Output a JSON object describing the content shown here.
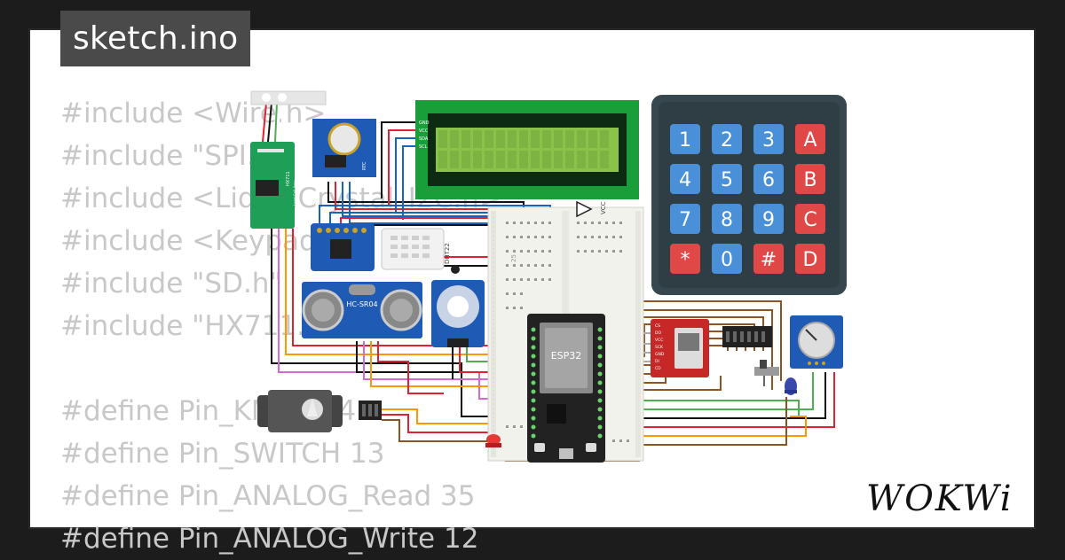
{
  "tab": {
    "title": "sketch.ino"
  },
  "code_lines": [
    "#include <Wire.h>",
    "#include \"SPI.h\"",
    "#include <LiquidCrystal_I2C.h>",
    "#include <Keypad.h>",
    "#include \"SD.h\"",
    "#include \"HX711.h\"",
    "",
    "#define Pin_KNOB 34",
    "#define Pin_SWITCH 13",
    "#define Pin_ANALOG_Read 35",
    "#define Pin_ANALOG_Write 12"
  ],
  "keypad": {
    "keys": [
      "1",
      "2",
      "3",
      "A",
      "4",
      "5",
      "6",
      "B",
      "7",
      "8",
      "9",
      "C",
      "*",
      "0",
      "#",
      "D"
    ]
  },
  "component_labels": {
    "esp32": "ESP32",
    "ultrasonic": "HC-SR04",
    "dht": "DHT22",
    "lcd_pins": [
      "GND",
      "VCC",
      "SDA",
      "SCL"
    ],
    "vcc": "VCC",
    "breadboard_col": "25",
    "hx711": "HX711",
    "hx711_sub": "Load Cell Amp",
    "rtc": "RTC",
    "sd_pins": [
      "CS",
      "DO",
      "VCC",
      "SCK",
      "GND",
      "DI",
      "CD"
    ]
  },
  "logo": {
    "text": "WOKWi"
  },
  "colors": {
    "background": "#1c1c1c",
    "card": "#ffffff",
    "tab": "#4a4a4a",
    "code_text": "#c8c8c8",
    "keypad_body": "#37474f",
    "key_blue": "#4a90d9",
    "key_red": "#e04848",
    "lcd_green": "#1a9e3a",
    "esp32_board": "#222222"
  }
}
